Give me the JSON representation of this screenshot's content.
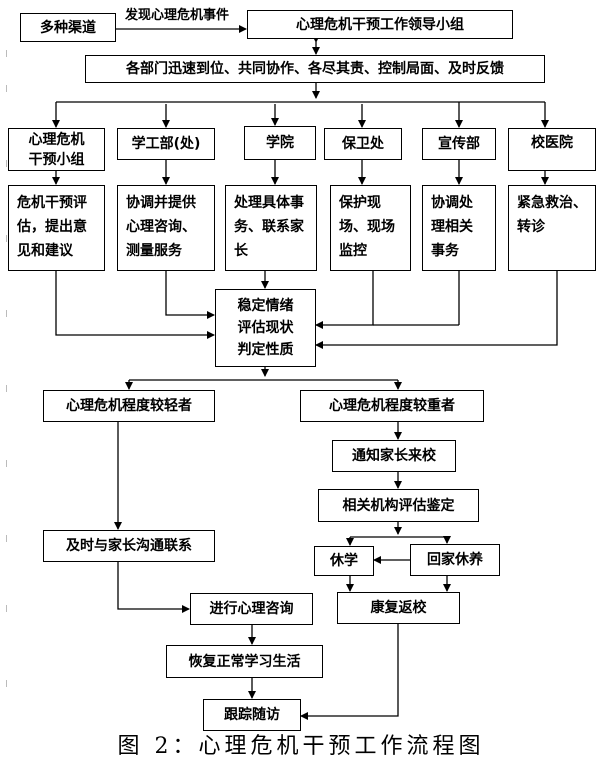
{
  "nodes": {
    "channels": "多种渠道",
    "leader_group": "心理危机干预工作领导小组",
    "departments_action": "各部门迅速到位、共同协作、各尽其责、控制局面、及时反馈",
    "dept_crisis_group": "心理危机干预小组",
    "dept_student_affairs": "学工部(处)",
    "dept_college": "学院",
    "dept_security": "保卫处",
    "dept_publicity": "宣传部",
    "dept_clinic": "校医院",
    "task_crisis_group": "危机干预评估，提出意见和建议",
    "task_student_affairs": "协调并提供心理咨询、测量服务",
    "task_college": "处理具体事务、联系家长",
    "task_security": "保护现场、现场监控",
    "task_publicity": "协调处理相关事务",
    "task_clinic": "紧急救治、转诊",
    "stabilize": [
      "稳定情绪",
      "评估现状",
      "判定性质"
    ],
    "mild": "心理危机程度较轻者",
    "severe": "心理危机程度较重者",
    "notify_parents": "通知家长来校",
    "agency_eval": "相关机构评估鉴定",
    "suspend": "休学",
    "home_rest": "回家休养",
    "contact_parents": "及时与家长沟通联系",
    "counseling": "进行心理咨询",
    "return_school": "康复返校",
    "resume_life": "恢复正常学习生活",
    "follow_up": "跟踪随访"
  },
  "edge_labels": {
    "discover_event": "发现心理危机事件"
  },
  "caption": "图 2：心理危机干预工作流程图"
}
